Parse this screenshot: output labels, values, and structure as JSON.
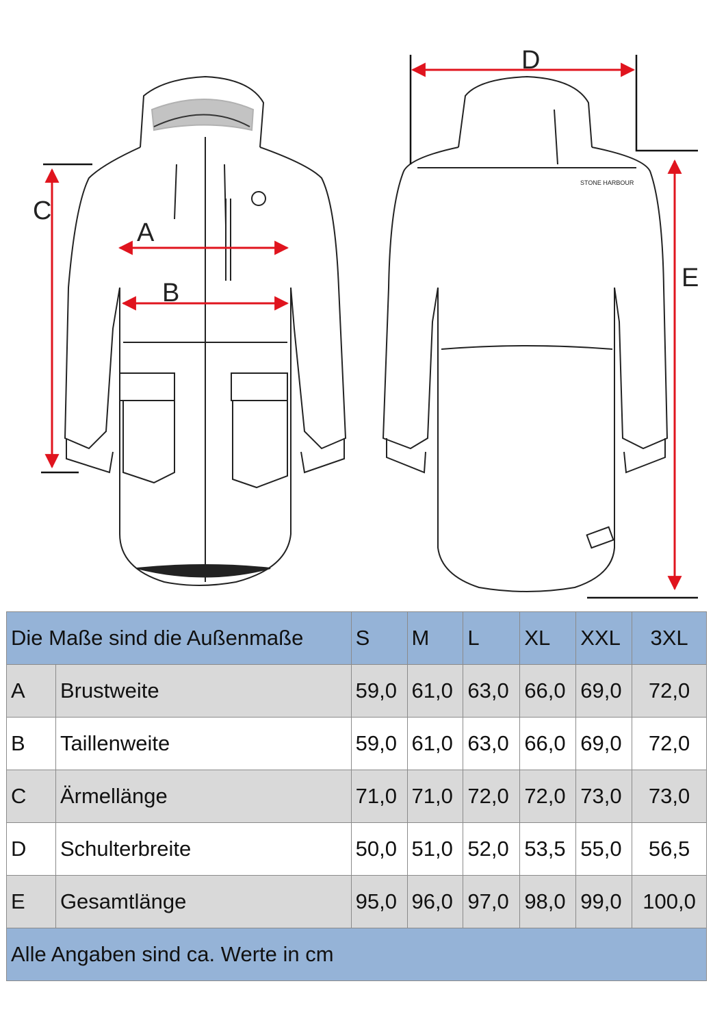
{
  "diagram": {
    "labels": {
      "a": "A",
      "b": "B",
      "c": "C",
      "d": "D",
      "e": "E"
    },
    "arrow_color": "#e0141e",
    "back_logo": "STONE HARBOUR"
  },
  "table": {
    "header": {
      "title": "Die Maße sind die Außenmaße",
      "sizes": [
        "S",
        "M",
        "L",
        "XL",
        "XXL",
        "3XL"
      ]
    },
    "rows": [
      {
        "key": "A",
        "name": "Brustweite",
        "values": [
          "59,0",
          "61,0",
          "63,0",
          "66,0",
          "69,0",
          "72,0"
        ]
      },
      {
        "key": "B",
        "name": "Taillenweite",
        "values": [
          "59,0",
          "61,0",
          "63,0",
          "66,0",
          "69,0",
          "72,0"
        ]
      },
      {
        "key": "C",
        "name": "Ärmellänge",
        "values": [
          "71,0",
          "71,0",
          "72,0",
          "72,0",
          "73,0",
          "73,0"
        ]
      },
      {
        "key": "D",
        "name": "Schulterbreite",
        "values": [
          "50,0",
          "51,0",
          "52,0",
          "53,5",
          "55,0",
          "56,5"
        ]
      },
      {
        "key": "E",
        "name": "Gesamtlänge",
        "values": [
          "95,0",
          "96,0",
          "97,0",
          "98,0",
          "99,0",
          "100,0"
        ]
      }
    ],
    "footer": "Alle Angaben sind ca. Werte in cm",
    "colors": {
      "header": "#95b3d7",
      "gray_row": "#d9d9d9"
    }
  }
}
